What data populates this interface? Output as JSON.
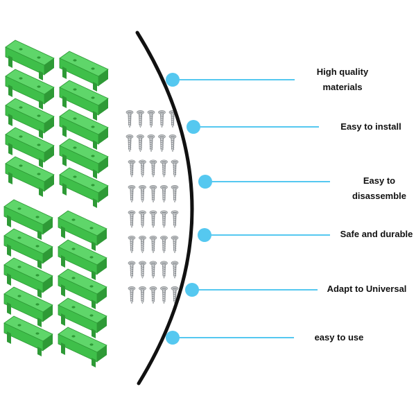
{
  "product": {
    "clip_name": "din-rail-mount-clip",
    "clip_count": 20,
    "screw_rows": 8,
    "screws_per_row": 5,
    "colors": {
      "clip_green": "#3fbf4a",
      "clip_dark": "#2e9a36",
      "clip_light": "#5fd66a",
      "screw_gray": "#b9bcbf",
      "screw_dark": "#7d8184"
    }
  },
  "diagram": {
    "arc_color": "#111111",
    "dot_color": "#55c8f0",
    "line_color": "#55c8f0",
    "features": [
      {
        "lines": [
          "High quality",
          "materials"
        ]
      },
      {
        "lines": [
          "Easy to install"
        ]
      },
      {
        "lines": [
          "Easy to",
          "disassemble"
        ]
      },
      {
        "lines": [
          "Safe and durable"
        ]
      },
      {
        "lines": [
          "Adapt to Universal"
        ]
      },
      {
        "lines": [
          "easy to use"
        ]
      }
    ]
  }
}
